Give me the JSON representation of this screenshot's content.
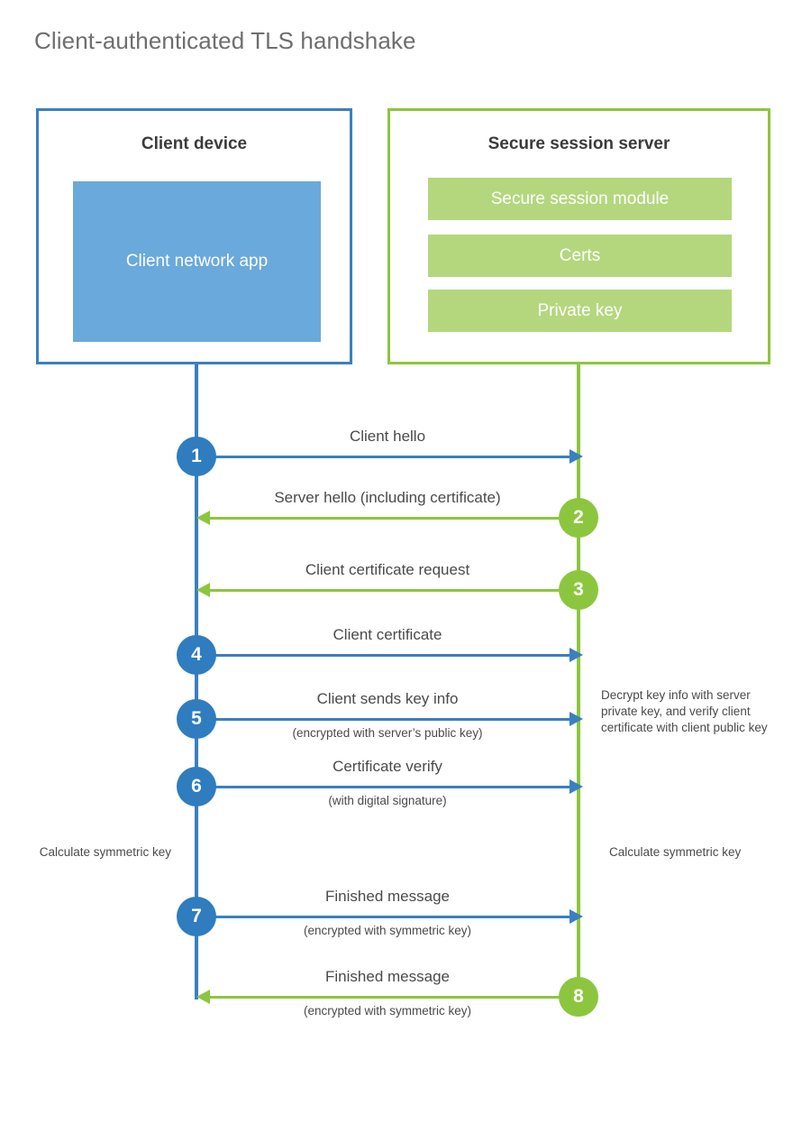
{
  "page": {
    "title": "Client-authenticated TLS handshake"
  },
  "parties": {
    "client": {
      "title": "Client device",
      "app_block": "Client network app",
      "border_color": "#3a7fc1",
      "fill_color": "#6aa9db"
    },
    "server": {
      "title": "Secure session server",
      "border_color": "#8cc63e",
      "bar_color": "#b4d77e",
      "components": [
        "Secure session module",
        "Certs",
        "Private key"
      ]
    }
  },
  "messages": [
    {
      "number": "1",
      "label": "Client hello",
      "sublabel": "",
      "direction": "client-to-server",
      "color": "#2f7cbf"
    },
    {
      "number": "2",
      "label": "Server hello (including certificate)",
      "sublabel": "",
      "direction": "server-to-client",
      "color": "#8cc63e"
    },
    {
      "number": "3",
      "label": "Client certificate request",
      "sublabel": "",
      "direction": "server-to-client",
      "color": "#8cc63e"
    },
    {
      "number": "4",
      "label": "Client certificate",
      "sublabel": "",
      "direction": "client-to-server",
      "color": "#2f7cbf"
    },
    {
      "number": "5",
      "label": "Client sends key info",
      "sublabel": "(encrypted with server’s public key)",
      "direction": "client-to-server",
      "color": "#2f7cbf"
    },
    {
      "number": "6",
      "label": "Certificate verify",
      "sublabel": "(with digital signature)",
      "direction": "client-to-server",
      "color": "#2f7cbf"
    },
    {
      "number": "7",
      "label": "Finished message",
      "sublabel": "(encrypted with symmetric key)",
      "direction": "client-to-server",
      "color": "#2f7cbf"
    },
    {
      "number": "8",
      "label": "Finished message",
      "sublabel": "(encrypted with symmetric key)",
      "direction": "server-to-client",
      "color": "#8cc63e"
    }
  ],
  "annotations": {
    "server_decrypt": "Decrypt key info with server private key, and verify client certificate with client public key",
    "client_calculate": "Calculate symmetric key",
    "server_calculate": "Calculate symmetric key"
  }
}
